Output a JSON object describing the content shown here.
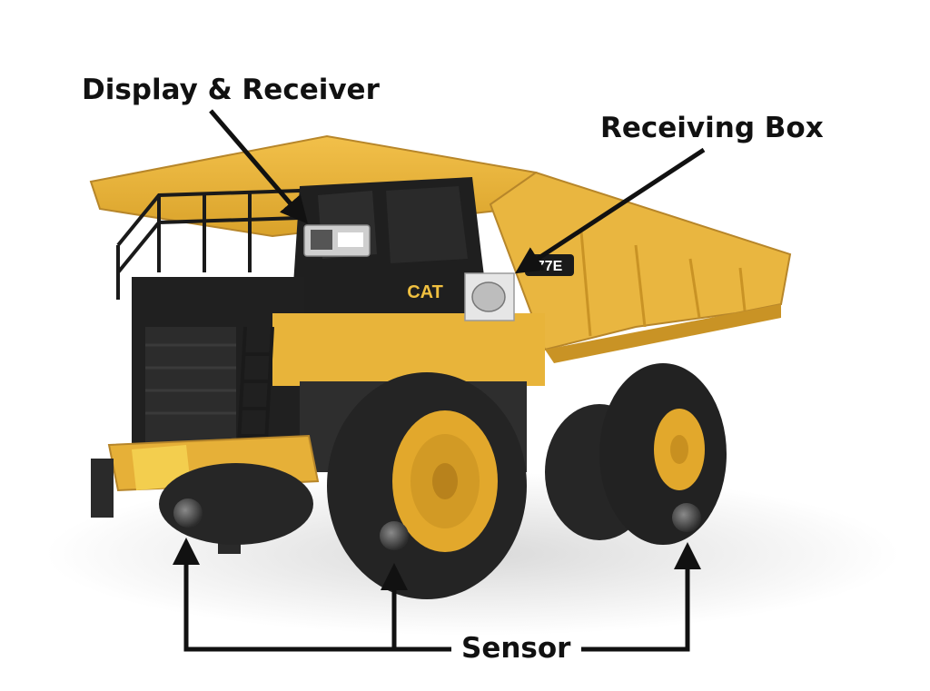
{
  "labels": {
    "display_receiver": "Display & Receiver",
    "receiving_box": "Receiving Box",
    "sensor": "Sensor"
  },
  "truck": {
    "brand_badge": "CAT",
    "model_badge": "77E",
    "body_color": "#E8B43A",
    "frame_color": "#1E1E1E",
    "tire_color": "#222222",
    "rim_color": "#E2A82C"
  },
  "icons": {
    "arrow": "arrow-icon",
    "sensor": "sensor-icon",
    "display": "display-icon",
    "receiving_box": "receiving-box-icon"
  }
}
